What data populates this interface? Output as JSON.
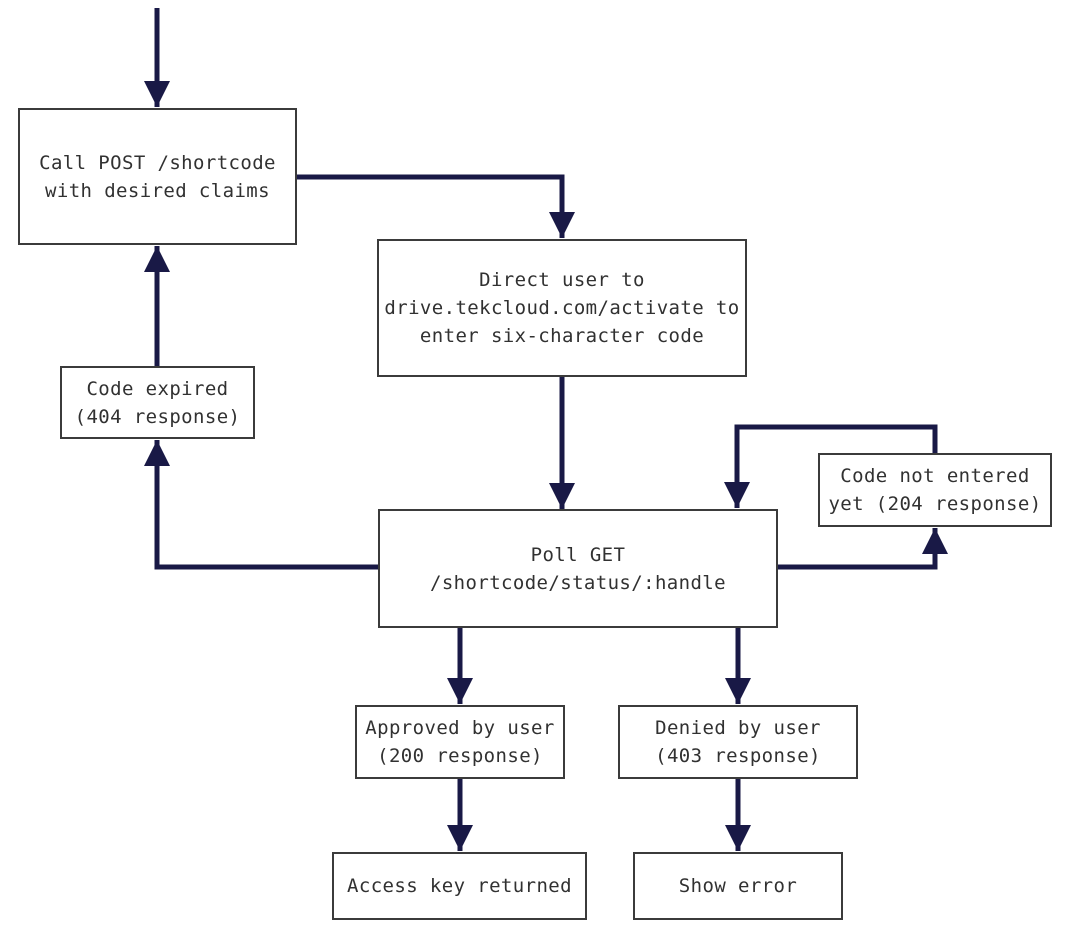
{
  "diagram": {
    "colors": {
      "arrow": "#191946",
      "box_border": "#3b3b3b",
      "text": "#313131",
      "background": "#ffffff"
    },
    "nodes": {
      "call_post": {
        "label": "Call POST /shortcode\nwith desired claims"
      },
      "direct_user": {
        "label": "Direct user to\ndrive.tekcloud.com/activate to\nenter six-character code"
      },
      "code_expired": {
        "label": "Code expired\n(404 response)"
      },
      "code_not_entered": {
        "label": "Code not entered\nyet (204 response)"
      },
      "poll_get": {
        "label": "Poll GET\n/shortcode/status/:handle"
      },
      "approved": {
        "label": "Approved by user\n(200 response)"
      },
      "denied": {
        "label": "Denied by user\n(403 response)"
      },
      "access_key": {
        "label": "Access key returned"
      },
      "show_error": {
        "label": "Show error"
      }
    },
    "edges": [
      {
        "from": "entry",
        "to": "call_post"
      },
      {
        "from": "call_post",
        "to": "direct_user"
      },
      {
        "from": "direct_user",
        "to": "poll_get"
      },
      {
        "from": "code_expired",
        "to": "call_post"
      },
      {
        "from": "poll_get",
        "to": "code_expired"
      },
      {
        "from": "poll_get",
        "to": "code_not_entered"
      },
      {
        "from": "code_not_entered",
        "to": "poll_get"
      },
      {
        "from": "poll_get",
        "to": "approved"
      },
      {
        "from": "poll_get",
        "to": "denied"
      },
      {
        "from": "approved",
        "to": "access_key"
      },
      {
        "from": "denied",
        "to": "show_error"
      }
    ]
  }
}
